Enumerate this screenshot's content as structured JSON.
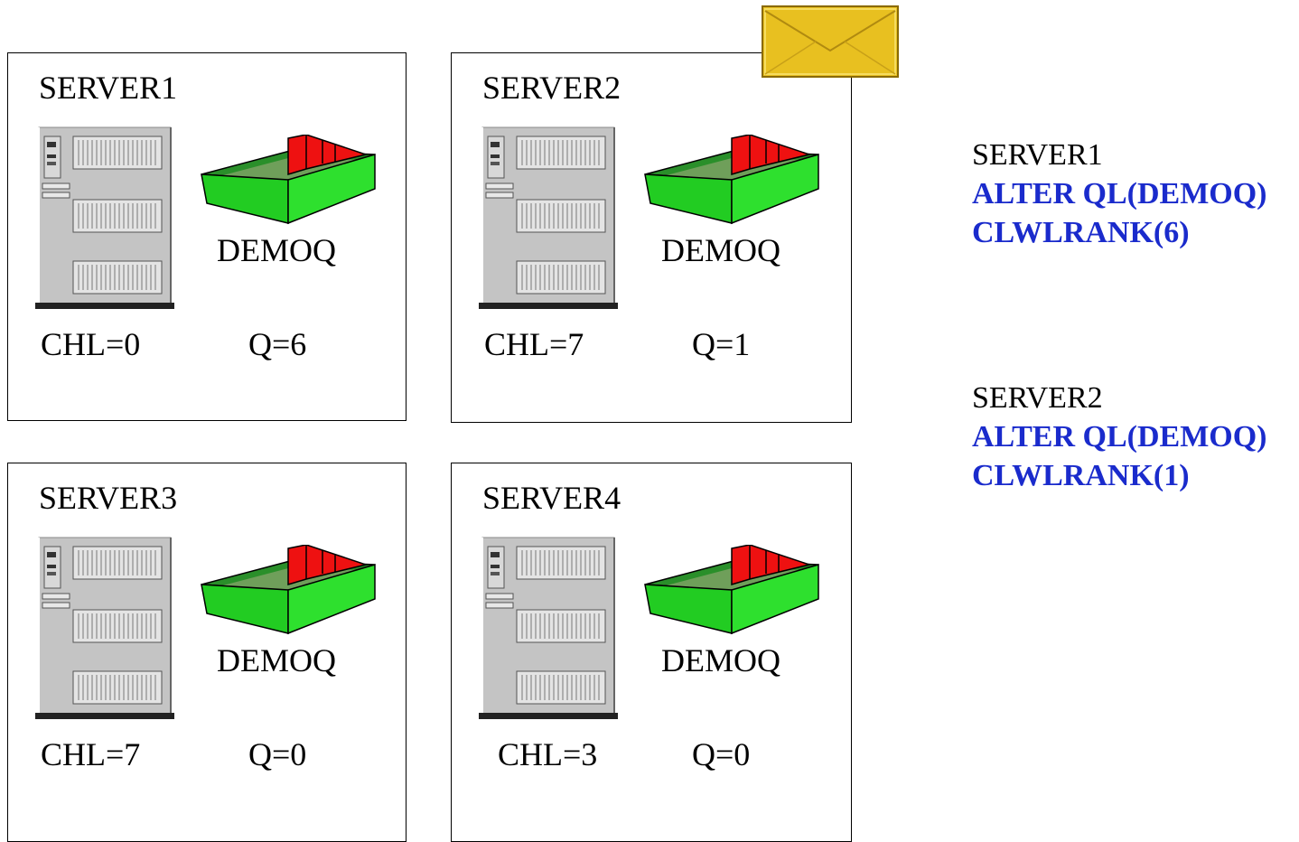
{
  "servers": [
    {
      "name": "SERVER1",
      "queue": "DEMOQ",
      "chl": "CHL=0",
      "q": "Q=6"
    },
    {
      "name": "SERVER2",
      "queue": "DEMOQ",
      "chl": "CHL=7",
      "q": "Q=1"
    },
    {
      "name": "SERVER3",
      "queue": "DEMOQ",
      "chl": "CHL=7",
      "q": "Q=0"
    },
    {
      "name": "SERVER4",
      "queue": "DEMOQ",
      "chl": "CHL=3",
      "q": "Q=0"
    }
  ],
  "commands": [
    {
      "server": "SERVER1",
      "line1": "ALTER QL(DEMOQ)",
      "line2": "CLWLRANK(6)"
    },
    {
      "server": "SERVER2",
      "line1": "ALTER QL(DEMOQ)",
      "line2": "CLWLRANK(1)"
    }
  ],
  "colors": {
    "command_text": "#1a2bcc",
    "tray_green": "#22cc22",
    "tray_red": "#ee1111",
    "envelope": "#e8c020",
    "server_gray": "#c0c0c0"
  },
  "icons": {
    "server": "server-cabinet-icon",
    "queue": "message-tray-icon",
    "message": "envelope-icon"
  }
}
